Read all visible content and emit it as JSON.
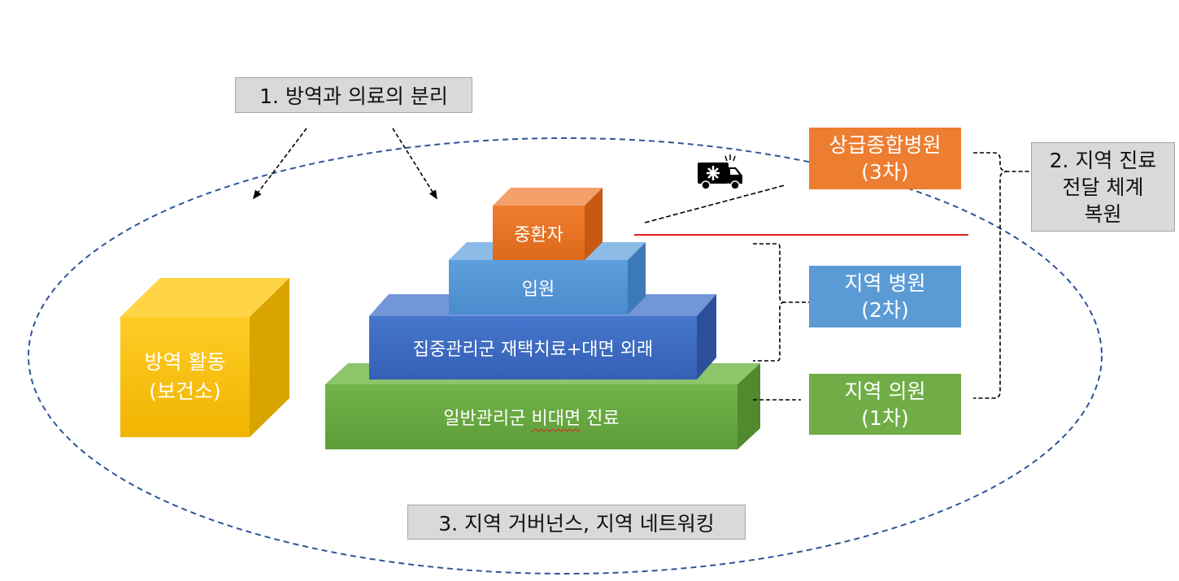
{
  "callouts": {
    "separation": "1. 방역과 의료의 분리",
    "delivery_line1": "2. 지역 진료",
    "delivery_line2": "전달 체계",
    "delivery_line3": "복원",
    "governance": "3. 지역 거버넌스, 지역 네트워킹"
  },
  "public_health_block": {
    "line1": "방역 활동",
    "line2": "(보건소)"
  },
  "pyramid": {
    "top": "중환자",
    "second": "입원",
    "third": "집중관리군 재택치료+대면 외래",
    "base_prefix": "일반관리군 ",
    "base_squiggle": "비대면",
    "base_suffix": " 진료"
  },
  "tiers": [
    {
      "name": "상급종합병원",
      "level": "(3차)",
      "color": "#ed7d31"
    },
    {
      "name": "지역 병원",
      "level": "(2차)",
      "color": "#5b9bd5"
    },
    {
      "name": "지역 의원",
      "level": "(1차)",
      "color": "#70ad47"
    }
  ],
  "icons": {
    "ambulance": "ambulance-icon"
  },
  "colors": {
    "orange": "#ed7d31",
    "blue": "#5b9bd5",
    "dark_blue": "#4472c4",
    "green": "#70ad47",
    "yellow": "#ffc000",
    "red_line": "#e02020",
    "ellipse": "#2f5597"
  }
}
